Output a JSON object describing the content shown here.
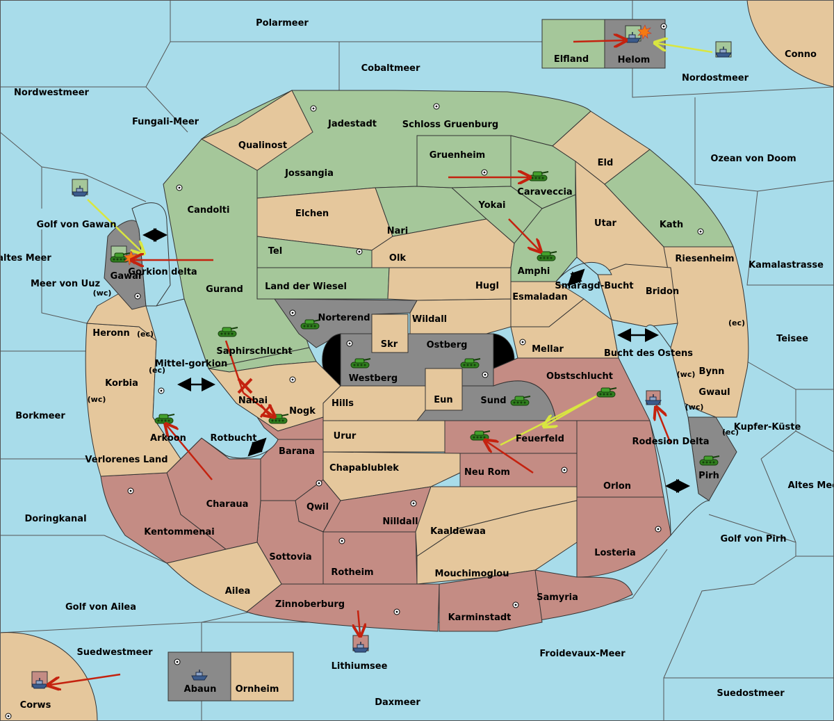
{
  "colors": {
    "sea": "#a8dcea",
    "neutral": "#e5c79c",
    "green": "#a5c79a",
    "red": "#c48c84",
    "gray": "#8a8a8a",
    "black": "#000000",
    "green_arrow": "#d9e640",
    "red_arrow": "#c4220f"
  },
  "seas": {
    "polarmeer": "Polarmeer",
    "cobaltmeer": "Cobaltmeer",
    "nordwestmeer": "Nordwestmeer",
    "fungali": "Fungali-Meer",
    "nordostmeer": "Nordostmeer",
    "ozean_doom": "Ozean von Doom",
    "golf_gawan": "Golf von Gawan",
    "kaltes": "Kaltes Meer",
    "meer_uuz": "Meer von Uuz",
    "kamalastrasse": "Kamalastrasse",
    "teisee": "Teisee",
    "borkmeer": "Borkmeer",
    "kupfer": "Kupfer-Küste",
    "altes": "Altes Meer",
    "doringkanal": "Doringkanal",
    "golf_pirh": "Golf von Pirh",
    "golf_ailea": "Golf von Ailea",
    "suedwestmeer": "Suedwestmeer",
    "froidevaux": "Froidevaux-Meer",
    "daxmeer": "Daxmeer",
    "suedostmeer": "Suedostmeer",
    "lithiumsee": "Lithiumsee",
    "mittelgorkion": "Mittel-gorkion",
    "gorkion_delta": "Gorkion delta",
    "rotbucht": "Rotbucht",
    "smaragd": "Smaragd-Bucht",
    "bucht_ostens": "Bucht des Ostens",
    "rodesion": "Rodesion Delta"
  },
  "provinces": {
    "jadestadt": "Jadestadt",
    "schloss": "Schloss Gruenburg",
    "qualinost": "Qualinost",
    "gruenheim": "Gruenheim",
    "eld": "Eld",
    "jossangia": "Jossangia",
    "caraveccia": "Caraveccia",
    "candolti": "Candolti",
    "elchen": "Elchen",
    "yokai": "Yokai",
    "utar": "Utar",
    "kath": "Kath",
    "nari": "Nari",
    "tel": "Tel",
    "olk": "Olk",
    "amphi": "Amphi",
    "riesenheim": "Riesenheim",
    "gurand": "Gurand",
    "land_wiesel": "Land der Wiesel",
    "hugl": "Hugl",
    "bridon": "Bridon",
    "esmaladan": "Esmaladan",
    "norterend": "Norterend",
    "wildall": "Wildall",
    "gawar": "Gawar",
    "heronn": "Heronn",
    "skr": "Skr",
    "ostberg": "Ostberg",
    "mellar": "Mellar",
    "saphirschlucht": "Saphirschlucht",
    "westberg": "Westberg",
    "obstschlucht": "Obstschlucht",
    "bynn": "Bynn",
    "korbia": "Korbia",
    "nabai": "Nabai",
    "eun": "Eun",
    "sund": "Sund",
    "gwaul": "Gwaul",
    "hills": "Hills",
    "nogk": "Nogk",
    "arkoon": "Arkoon",
    "urur": "Urur",
    "feuerfeld": "Feuerfeld",
    "verlorenes": "Verlorenes Land",
    "barana": "Barana",
    "chapablublek": "Chapablublek",
    "neu_rom": "Neu Rom",
    "pirh": "Pirh",
    "charaua": "Charaua",
    "orlon": "Orlon",
    "qwil": "Qwil",
    "nilldall": "Nilldall",
    "kentommenai": "Kentommenai",
    "kaaldewaa": "Kaaldewaa",
    "losteria": "Losteria",
    "sottovia": "Sottovia",
    "rotheim": "Rotheim",
    "mouchimoglou": "Mouchimoglou",
    "ailea": "Ailea",
    "samyria": "Samyria",
    "zinnoberburg": "Zinnoberburg",
    "karminstadt": "Karminstadt",
    "elfland": "Elfland",
    "helom": "Helom",
    "conno": "Conno",
    "abaun": "Abaun",
    "ornheim": "Ornheim",
    "corws": "Corws"
  },
  "coasts": {
    "wc": "(wc)",
    "ec": "(ec)"
  },
  "icons": {
    "army": "tank-icon",
    "fleet": "ship-icon",
    "supply_center": "supply-center-icon",
    "explosion": "explosion-icon",
    "failed_move": "cross-icon",
    "convoy_link": "double-arrow-icon"
  }
}
